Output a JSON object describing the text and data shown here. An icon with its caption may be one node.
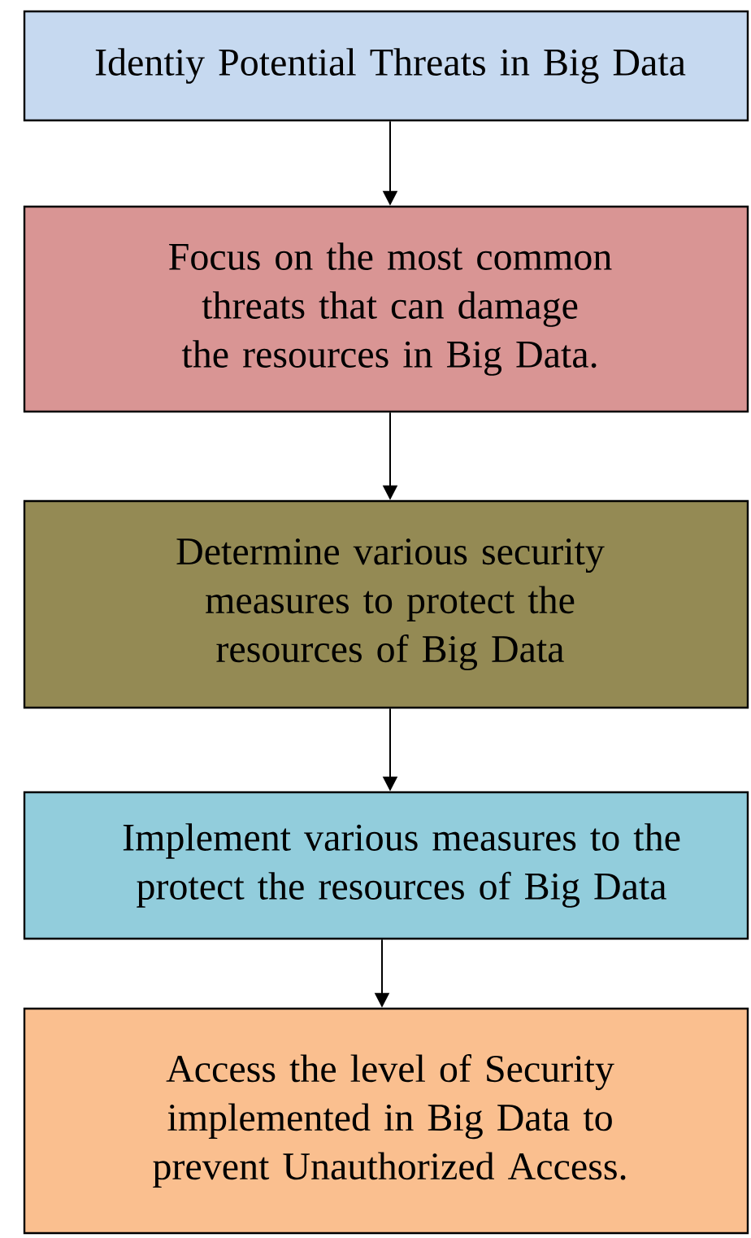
{
  "diagram": {
    "nodes": [
      {
        "text": [
          "Identiy Potential Threats in Big Data"
        ]
      },
      {
        "text": [
          "Focus on the most common threats that can damage the resources in Big Data."
        ]
      },
      {
        "text": [
          "Determine various security measures to protect the resources of Big Data"
        ]
      },
      {
        "text": [
          "Implement various measures to the protect the resources of Big Data"
        ]
      },
      {
        "text": [
          "Access the level of Security implemented in Big Data to prevent Unauthorized Access."
        ]
      }
    ],
    "edges": [
      {
        "from": 0,
        "to": 1,
        "arrow": "to"
      },
      {
        "from": 1,
        "to": 2,
        "arrow": "to"
      },
      {
        "from": 2,
        "to": 3,
        "arrow": "to"
      },
      {
        "from": 3,
        "to": 4,
        "arrow": "to"
      }
    ]
  }
}
